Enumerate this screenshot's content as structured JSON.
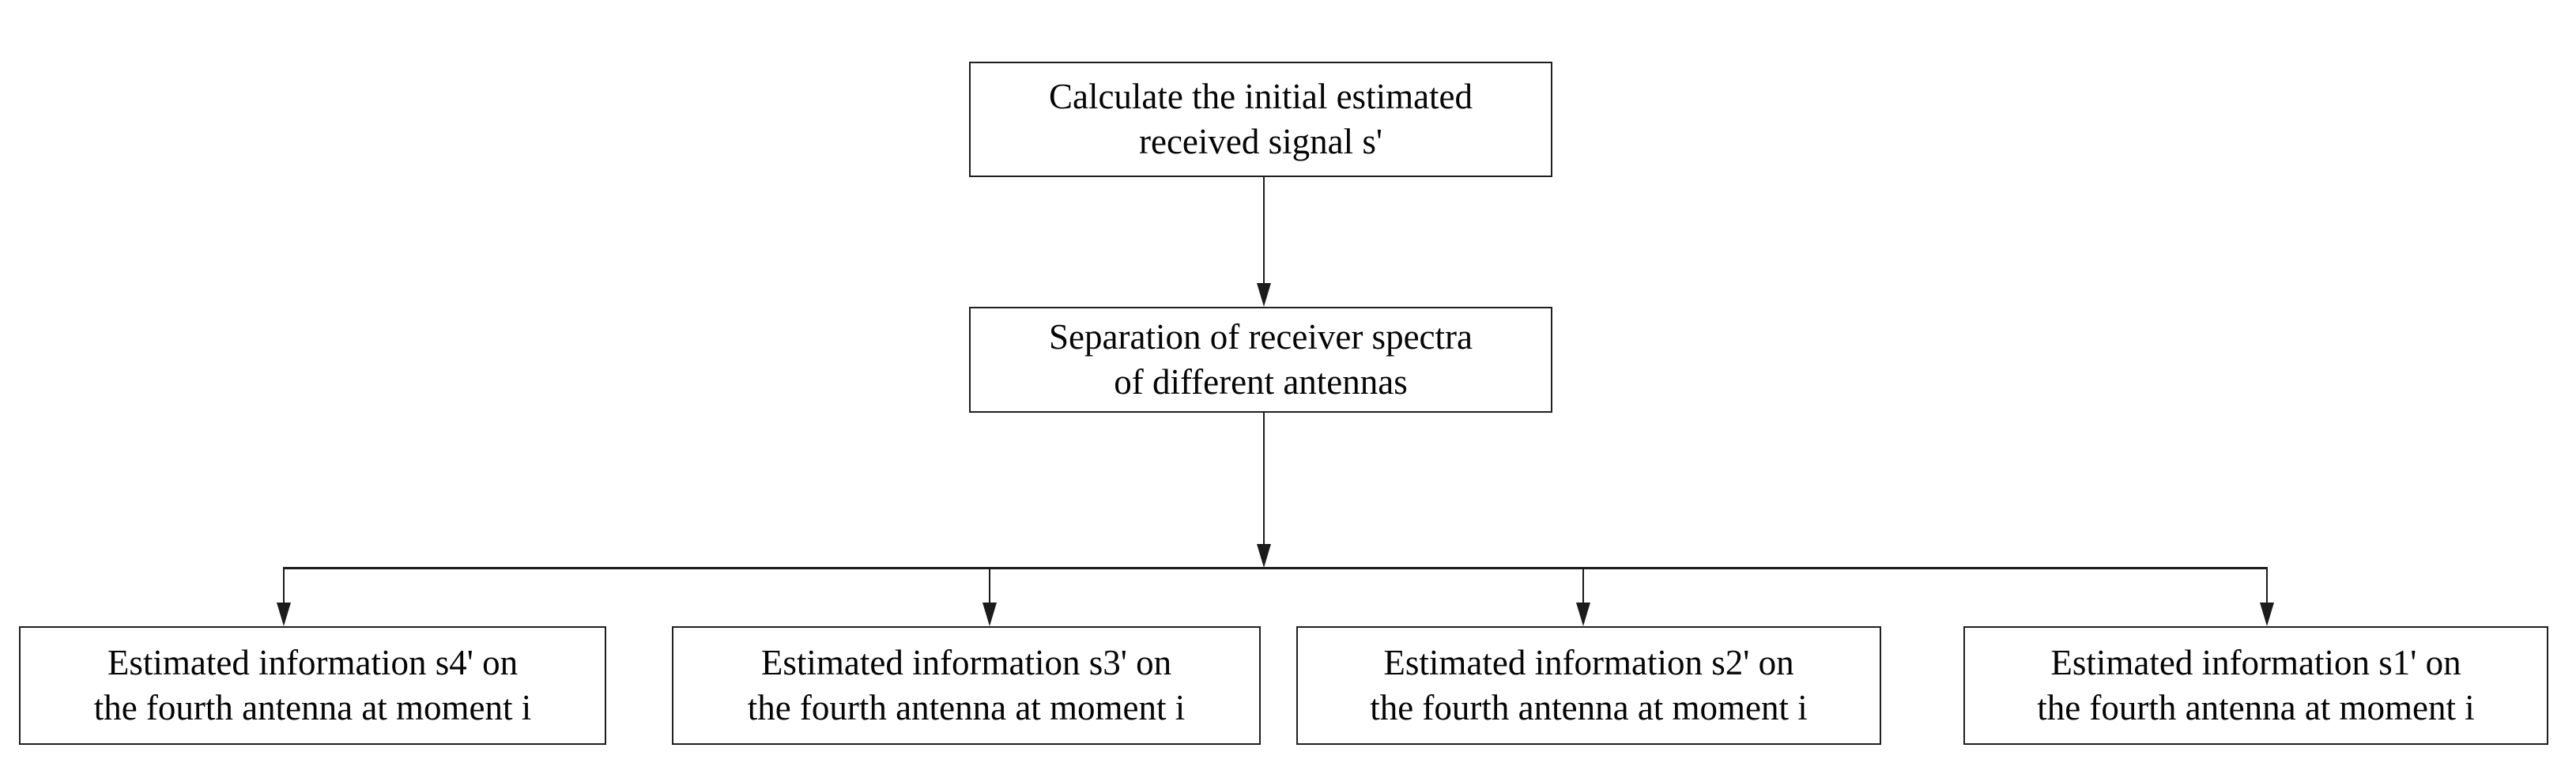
{
  "flowchart": {
    "background_color": "#ffffff",
    "line_color": "#1b1b1b",
    "border_color": "#1f1f1f",
    "text_color": "#050505",
    "nodes": {
      "top": {
        "id": "calculate-initial-signal",
        "lines": [
          "Calculate the initial estimated",
          "received signal s'"
        ]
      },
      "middle": {
        "id": "separation-receiver-spectra",
        "lines": [
          "Separation of receiver spectra",
          "of different antennas"
        ]
      },
      "leaf1": {
        "id": "estimated-info-s4",
        "lines": [
          "Estimated information s4' on",
          "the fourth antenna at moment i"
        ]
      },
      "leaf2": {
        "id": "estimated-info-s3",
        "lines": [
          "Estimated information s3' on",
          "the fourth antenna at moment i"
        ]
      },
      "leaf3": {
        "id": "estimated-info-s2",
        "lines": [
          "Estimated information s2' on",
          "the fourth antenna at moment i"
        ]
      },
      "leaf4": {
        "id": "estimated-info-s1",
        "lines": [
          "Estimated information s1' on",
          "the fourth antenna at moment i"
        ]
      }
    },
    "edges": [
      {
        "from": "calculate-initial-signal",
        "to": "separation-receiver-spectra"
      },
      {
        "from": "separation-receiver-spectra",
        "to": "estimated-info-s4"
      },
      {
        "from": "separation-receiver-spectra",
        "to": "estimated-info-s3"
      },
      {
        "from": "separation-receiver-spectra",
        "to": "estimated-info-s2"
      },
      {
        "from": "separation-receiver-spectra",
        "to": "estimated-info-s1"
      }
    ]
  }
}
